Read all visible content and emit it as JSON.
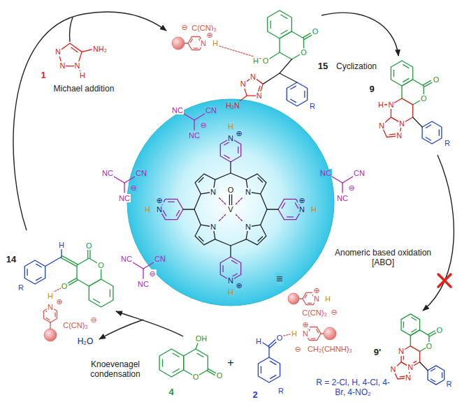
{
  "diagram": {
    "labels": [
      "Michael addition",
      "Cyclization",
      "Anomeric based oxidation [ABO]",
      "Knoevenagel condensation",
      "H₂O",
      "R = 2-Cl, H, 4-Cl, 4-Br, 4-NO₂",
      "+",
      "1",
      "15",
      "14",
      "4",
      "2",
      "9",
      "9'",
      "N",
      "N",
      "N",
      "H",
      "NH₂",
      "O",
      "O",
      "O",
      "H",
      "N",
      "N",
      "N",
      "H₂N",
      "R",
      "C(CN)₃",
      "⊖",
      "N",
      "⊕",
      "H",
      "H",
      "R",
      "O",
      "O",
      "O",
      "H",
      "N",
      "⊕",
      "C(CN)₃",
      "⊖",
      "OH",
      "O",
      "O",
      "O",
      "H",
      "R",
      "H",
      "N",
      "⊕",
      "CH₂(CHNH)₃",
      "⊖",
      "O",
      "O",
      "N",
      "H",
      "N",
      "N",
      "N",
      "R",
      "O",
      "O",
      "N",
      "N",
      "N",
      "N",
      "R",
      "NC",
      "CN",
      "NC",
      "⊖",
      "NC",
      "CN",
      "NC",
      "⊖",
      "NC",
      "CN",
      "NC",
      "⊖",
      "NC",
      "CN",
      "NC",
      "⊖",
      "N",
      "⊕",
      "H",
      "N",
      "⊕",
      "H",
      "N",
      "⊕",
      "H",
      "N",
      "⊕",
      "H",
      "N",
      "N",
      "N",
      "N",
      "V",
      "O",
      "≡",
      "N",
      "⊕",
      "H",
      "C(CN)₃",
      "⊖"
    ]
  }
}
